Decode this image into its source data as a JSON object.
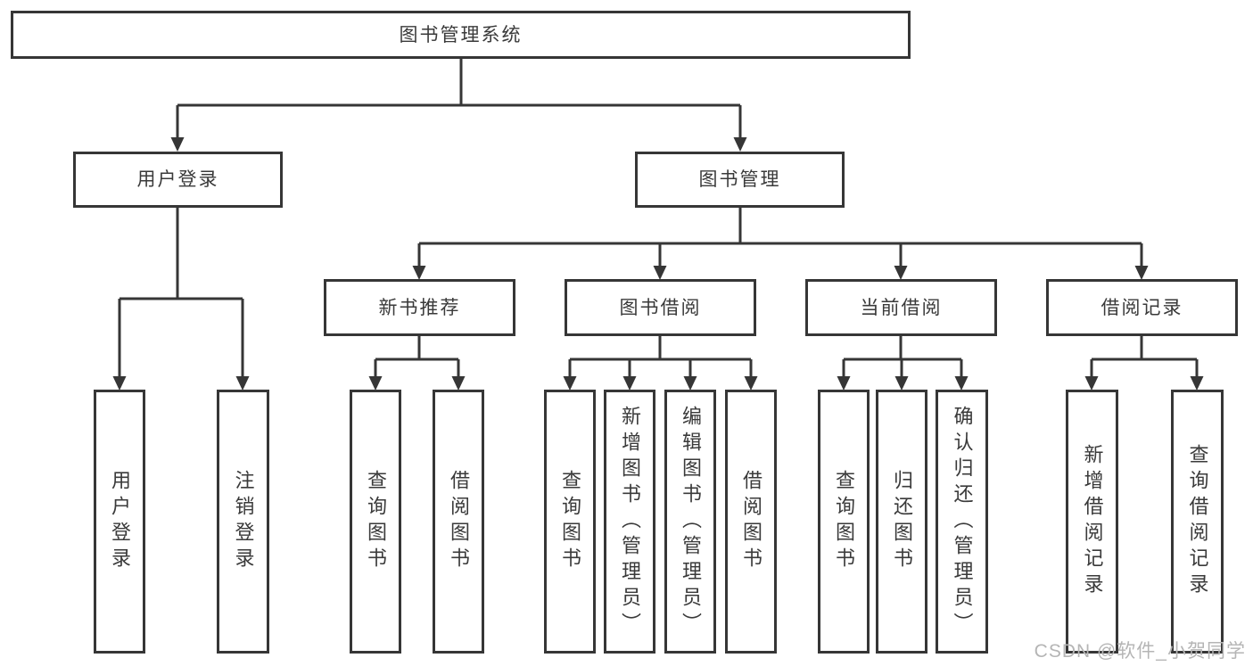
{
  "diagram": {
    "title": "图书管理系统",
    "colors": {
      "line": "#363636",
      "text": "#3a3a3a",
      "background": "#ffffff",
      "watermark": "#b5b5b5"
    },
    "nodes": {
      "root": {
        "label": "图书管理系统"
      },
      "user_login": {
        "label": "用户登录"
      },
      "book_mgmt": {
        "label": "图书管理"
      },
      "new_book_rec": {
        "label": "新书推荐"
      },
      "book_borrow": {
        "label": "图书借阅"
      },
      "current_borrow": {
        "label": "当前借阅"
      },
      "borrow_record": {
        "label": "借阅记录"
      },
      "leaf_user_login": {
        "label": "用户登录"
      },
      "leaf_logout": {
        "label": "注销登录"
      },
      "nbr_query": {
        "label": "查询图书"
      },
      "nbr_borrow": {
        "label": "借阅图书"
      },
      "bb_query": {
        "label": "查询图书"
      },
      "bb_add": {
        "label": "新增图书（管理员）"
      },
      "bb_edit": {
        "label": "编辑图书（管理员）"
      },
      "bb_borrow": {
        "label": "借阅图书"
      },
      "cb_query": {
        "label": "查询图书"
      },
      "cb_return": {
        "label": "归还图书"
      },
      "cb_confirm": {
        "label": "确认归还（管理员）"
      },
      "br_add": {
        "label": "新增借阅记录"
      },
      "br_query": {
        "label": "查询借阅记录"
      }
    },
    "watermark": "CSDN @软件_小贺同学"
  }
}
